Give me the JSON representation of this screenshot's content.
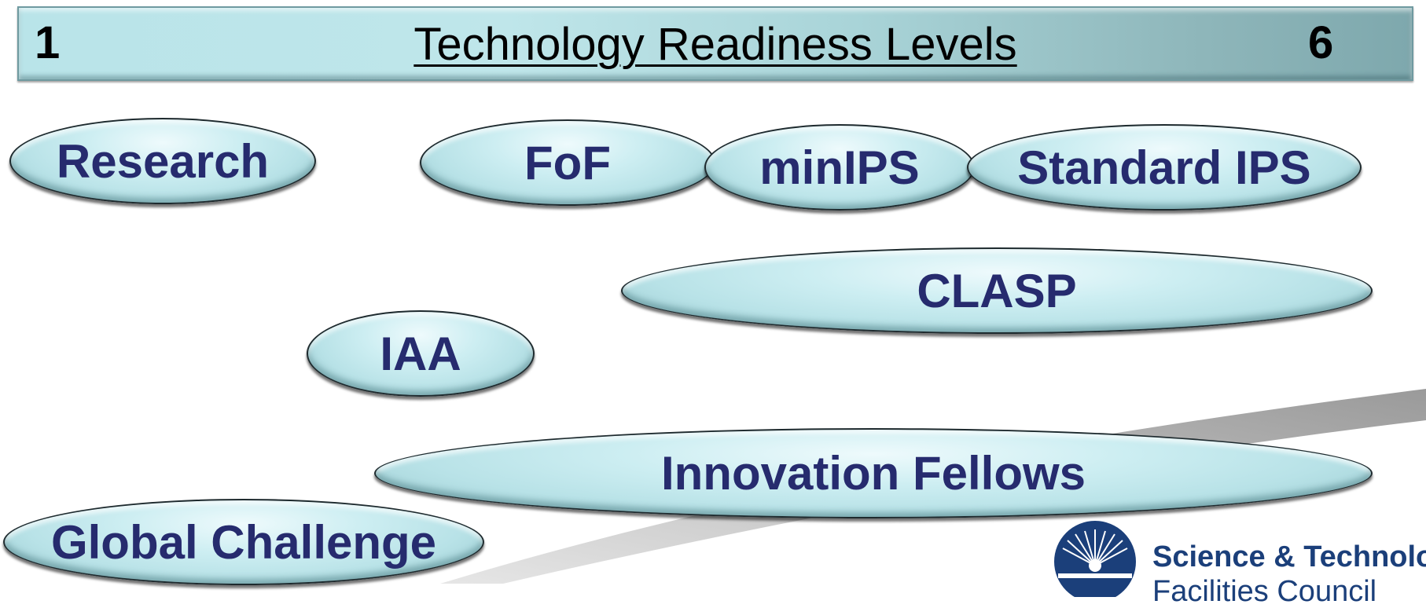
{
  "header": {
    "left_number": "1",
    "title": "Technology Readiness Levels",
    "right_number": "6"
  },
  "programmes": {
    "research": "Research",
    "fof": "FoF",
    "minips": "minIPS",
    "standard_ips": "Standard IPS",
    "clasp": "CLASP",
    "iaa": "IAA",
    "innovation_fellows": "Innovation Fellows",
    "global_challenge": "Global Challenge"
  },
  "logo": {
    "line1": "Science & Technology",
    "line2": "Facilities Council"
  },
  "colors": {
    "label_text": "#262b6e",
    "pill_fill": "#bfe6ea",
    "logo_blue": "#1b3f7a"
  }
}
